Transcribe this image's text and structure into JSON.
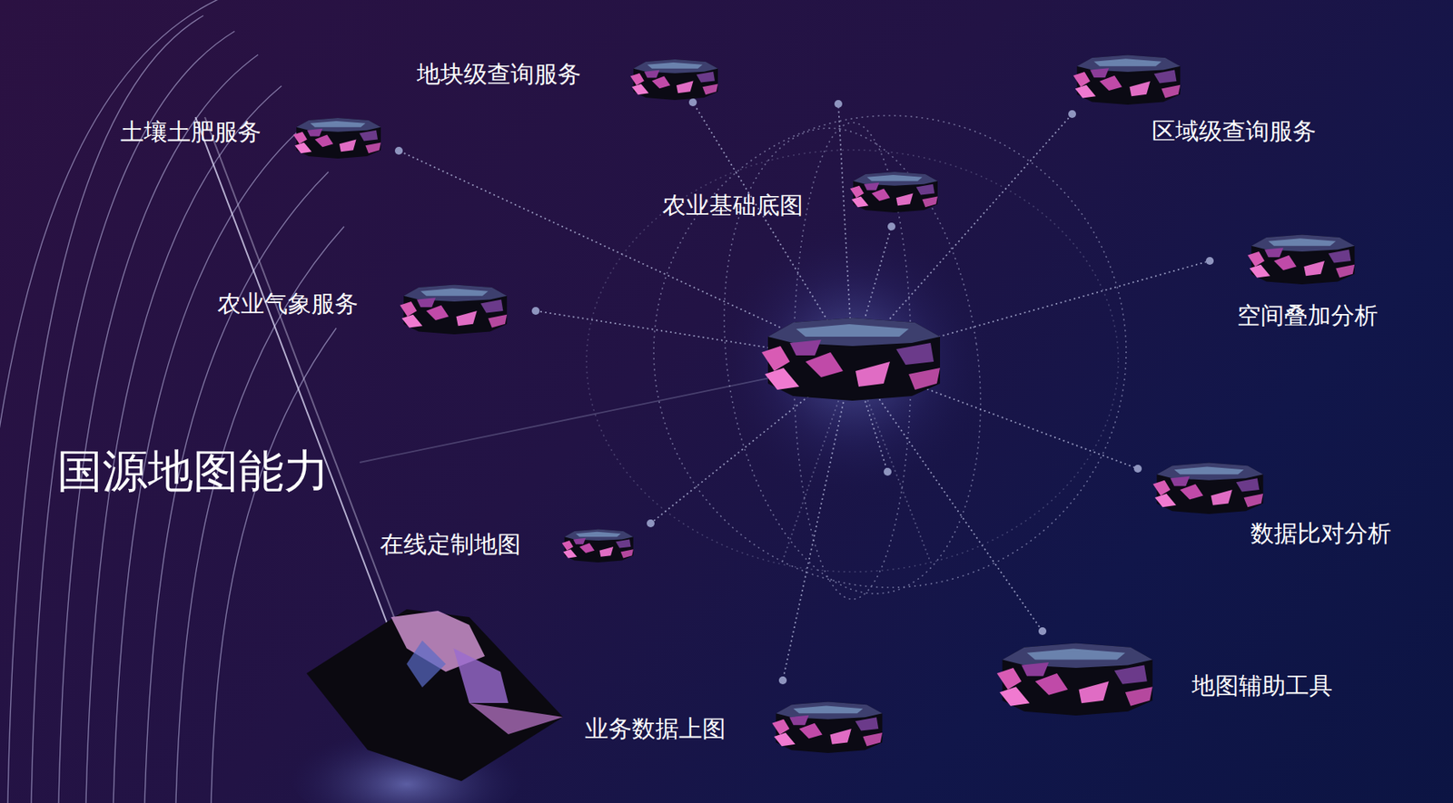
{
  "diagram": {
    "title": "国源地图能力",
    "nodes": [
      {
        "text": [
          "地块级查询服务"
        ]
      },
      {
        "text": [
          "土壤土肥服务"
        ]
      },
      {
        "text": [
          "区域级查询服务"
        ]
      },
      {
        "text": [
          "农业基础底图"
        ]
      },
      {
        "text": [
          "农业气象服务"
        ]
      },
      {
        "text": [
          "空间叠加分析"
        ]
      },
      {
        "text": [
          "数据比对分析"
        ]
      },
      {
        "text": [
          "在线定制地图"
        ]
      },
      {
        "text": [
          "地图辅助工具"
        ]
      },
      {
        "text": [
          "业务数据上图"
        ]
      }
    ]
  }
}
